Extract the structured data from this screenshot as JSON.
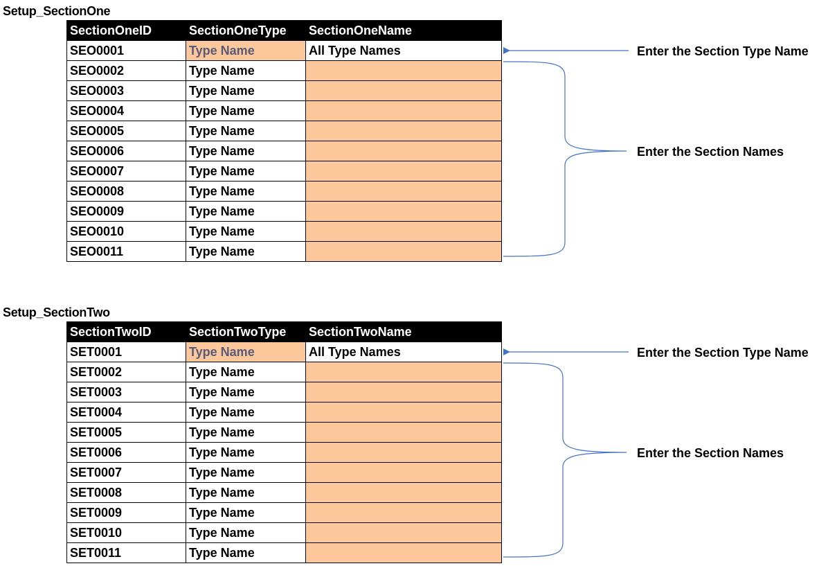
{
  "sections": [
    {
      "title": "Setup_SectionOne",
      "headers": [
        "SectionOneID",
        "SectionOneType",
        "SectionOneName"
      ],
      "rows": [
        [
          "SEO0001",
          "Type Name",
          "All Type Names"
        ],
        [
          "SEO0002",
          "Type Name",
          ""
        ],
        [
          "SEO0003",
          "Type Name",
          ""
        ],
        [
          "SEO0004",
          "Type Name",
          ""
        ],
        [
          "SEO0005",
          "Type Name",
          ""
        ],
        [
          "SEO0006",
          "Type Name",
          ""
        ],
        [
          "SEO0007",
          "Type Name",
          ""
        ],
        [
          "SEO0008",
          "Type Name",
          ""
        ],
        [
          "SEO0009",
          "Type Name",
          ""
        ],
        [
          "SEO0010",
          "Type Name",
          ""
        ],
        [
          "SEO0011",
          "Type Name",
          ""
        ]
      ],
      "annotations": {
        "type_note": "Enter the Section Type Name",
        "names_note": "Enter the Section Names"
      }
    },
    {
      "title": "Setup_SectionTwo",
      "headers": [
        "SectionTwoID",
        "SectionTwoType",
        "SectionTwoName"
      ],
      "rows": [
        [
          "SET0001",
          "Type Name",
          "All Type Names"
        ],
        [
          "SET0002",
          "Type Name",
          ""
        ],
        [
          "SET0003",
          "Type Name",
          ""
        ],
        [
          "SET0004",
          "Type Name",
          ""
        ],
        [
          "SET0005",
          "Type Name",
          ""
        ],
        [
          "SET0006",
          "Type Name",
          ""
        ],
        [
          "SET0007",
          "Type Name",
          ""
        ],
        [
          "SET0008",
          "Type Name",
          ""
        ],
        [
          "SET0009",
          "Type Name",
          ""
        ],
        [
          "SET0010",
          "Type Name",
          ""
        ],
        [
          "SET0011",
          "Type Name",
          ""
        ]
      ],
      "annotations": {
        "type_note": "Enter the Section Type Name",
        "names_note": "Enter the Section Names"
      }
    }
  ],
  "colors": {
    "header_bg": "#000000",
    "input_cell": "#fcc89b",
    "placeholder_text": "#5a5a78",
    "annotation_line": "#4472c4"
  }
}
